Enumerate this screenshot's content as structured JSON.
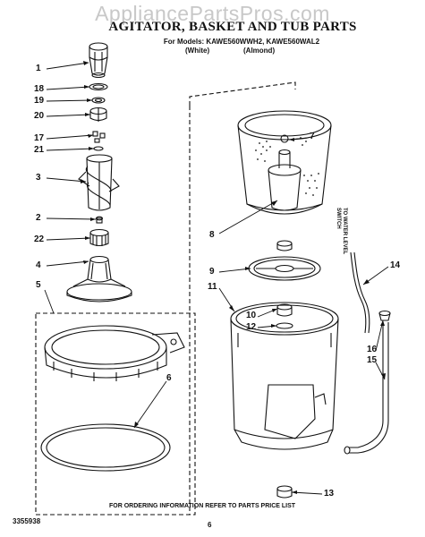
{
  "watermark": "AppliancePartsPros.com",
  "header": {
    "title": "AGITATOR, BASKET AND TUB PARTS",
    "models": "For Models: KAWE560WWH2, KAWE560WAL2",
    "variant_white": "(White)",
    "variant_almond": "(Almond)"
  },
  "side_note": "TO WATER LEVEL SWITCH",
  "footer": {
    "doc_number": "3355938",
    "ordering_note": "FOR ORDERING INFORMATION REFER TO PARTS PRICE LIST",
    "page": "6"
  },
  "callouts": {
    "c1": "1",
    "c18": "18",
    "c19": "19",
    "c20": "20",
    "c17": "17",
    "c21": "21",
    "c3": "3",
    "c2": "2",
    "c22": "22",
    "c4": "4",
    "c5": "5",
    "c6": "6",
    "c7": "7",
    "c8": "8",
    "c9": "9",
    "c11": "11",
    "c10": "10",
    "c12": "12",
    "c14": "14",
    "c16": "16",
    "c15": "15",
    "c13": "13"
  },
  "colors": {
    "line": "#111111",
    "watermark": "#c8c8c8"
  }
}
